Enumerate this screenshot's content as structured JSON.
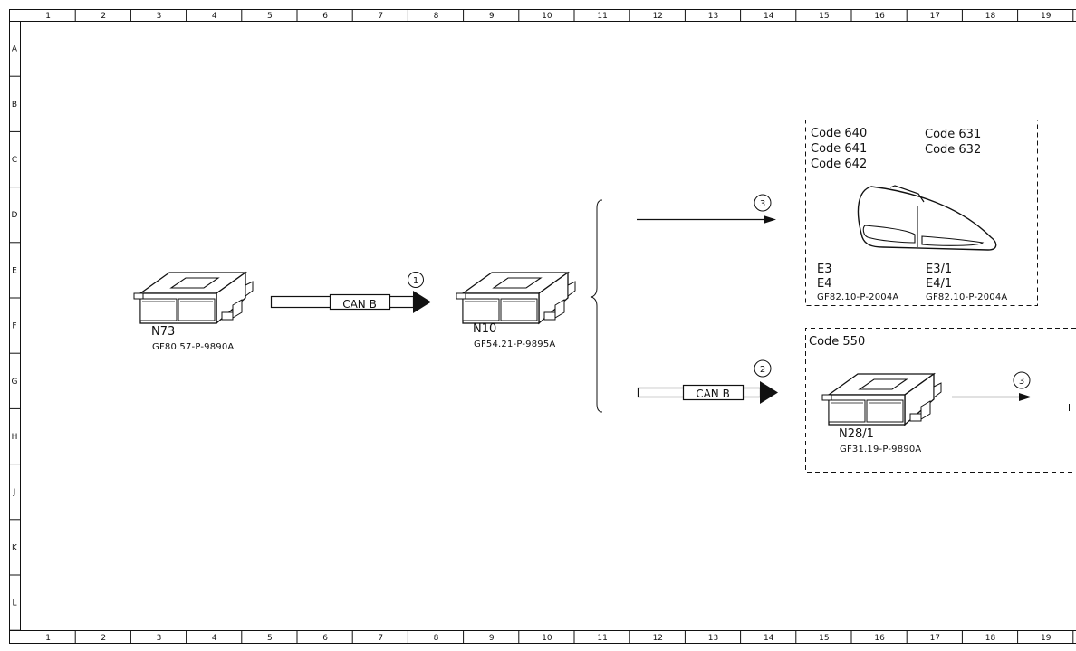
{
  "ruler": {
    "columns": [
      "1",
      "2",
      "3",
      "4",
      "5",
      "6",
      "7",
      "8",
      "9",
      "10",
      "11",
      "12",
      "13",
      "14",
      "15",
      "16",
      "17",
      "18",
      "19"
    ],
    "rows": [
      "A",
      "B",
      "C",
      "D",
      "E",
      "F",
      "G",
      "H",
      "J",
      "K",
      "L"
    ]
  },
  "components": {
    "n73": {
      "id": "N73",
      "ref": "GF80.57-P-9890A"
    },
    "n10": {
      "id": "N10",
      "ref": "GF54.21-P-9895A"
    },
    "n28": {
      "id": "N28/1",
      "ref": "GF31.19-P-9890A"
    }
  },
  "connections": {
    "can1": {
      "label": "CAN B",
      "number": "1"
    },
    "can2": {
      "label": "CAN B",
      "number": "2"
    },
    "arrow3_top": {
      "number": "3"
    },
    "arrow3_bottom": {
      "number": "3"
    }
  },
  "boxes": {
    "tail_left": {
      "codes": [
        "Code 640",
        "Code 641",
        "Code 642"
      ],
      "parts": [
        "E3",
        "E4"
      ],
      "ref": "GF82.10-P-2004A"
    },
    "tail_right": {
      "codes": [
        "Code 631",
        "Code 632"
      ],
      "parts": [
        "E3/1",
        "E4/1"
      ],
      "ref": "GF82.10-P-2004A"
    },
    "trailer": {
      "code": "Code 550"
    }
  }
}
